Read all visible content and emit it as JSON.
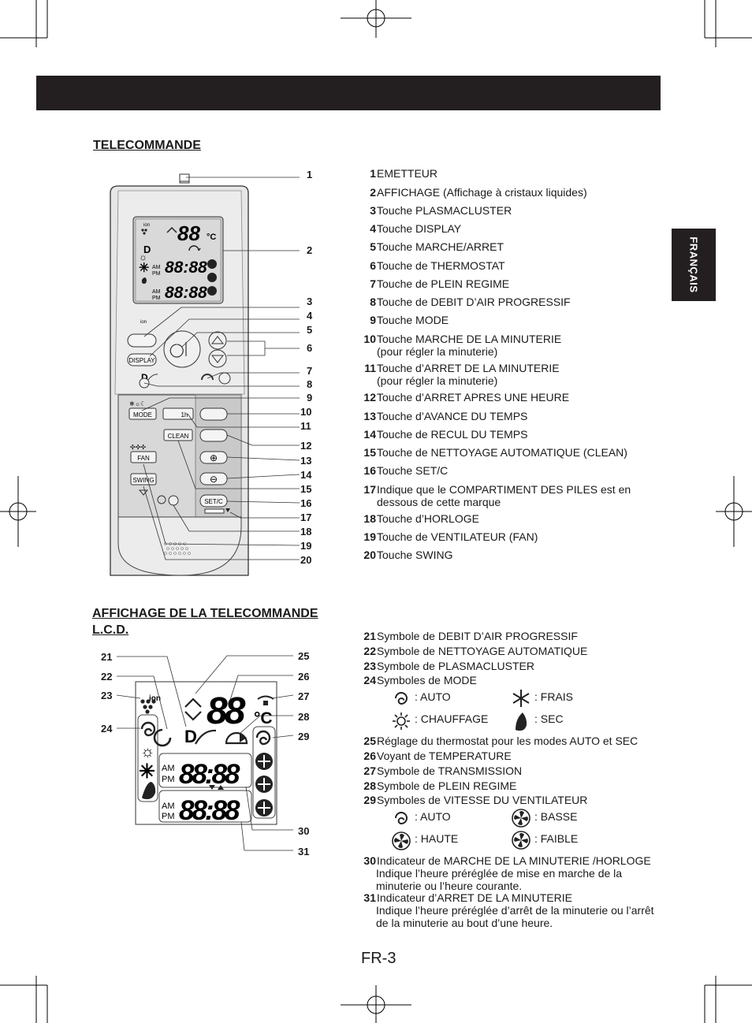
{
  "side_tab": "FRANÇAIS",
  "section1_title": "TELECOMMANDE",
  "section2_title": [
    "AFFICHAGE DE LA TELECOMMANDE",
    "L.C.D."
  ],
  "remote_items": [
    {
      "n": "1",
      "t": "EMETTEUR"
    },
    {
      "n": "2",
      "t": "AFFICHAGE (Affichage à cristaux liquides)"
    },
    {
      "n": "3",
      "t": "Touche PLASMACLUSTER"
    },
    {
      "n": "4",
      "t": "Touche DISPLAY"
    },
    {
      "n": "5",
      "t": "Touche MARCHE/ARRET"
    },
    {
      "n": "6",
      "t": "Touche de THERMOSTAT"
    },
    {
      "n": "7",
      "t": "Touche de PLEIN REGIME"
    },
    {
      "n": "8",
      "t": "Touche de DEBIT D’AIR PROGRESSIF"
    },
    {
      "n": "9",
      "t": "Touche MODE"
    },
    {
      "n": "10",
      "t": "Touche MARCHE DE LA MINUTERIE",
      "s": "(pour régler la minuterie)"
    },
    {
      "n": "11",
      "t": "Touche d’ARRET DE LA MINUTERIE",
      "s": "(pour régler la minuterie)"
    },
    {
      "n": "12",
      "t": "Touche d’ARRET APRES UNE HEURE"
    },
    {
      "n": "13",
      "t": "Touche d’AVANCE DU TEMPS"
    },
    {
      "n": "14",
      "t": "Touche de RECUL DU TEMPS"
    },
    {
      "n": "15",
      "t": "Touche de NETTOYAGE AUTOMATIQUE (CLEAN)"
    },
    {
      "n": "16",
      "t": "Touche SET/C"
    },
    {
      "n": "17",
      "t": "Indique que le COMPARTIMENT DES PILES est en",
      "s": "dessous de cette marque"
    },
    {
      "n": "18",
      "t": "Touche d’HORLOGE"
    },
    {
      "n": "19",
      "t": "Touche de VENTILATEUR (FAN)"
    },
    {
      "n": "20",
      "t": "Touche SWING"
    }
  ],
  "lcd_items_a": [
    {
      "n": "21",
      "t": "Symbole de DEBIT D’AIR PROGRESSIF"
    },
    {
      "n": "22",
      "t": "Symbole de NETTOYAGE AUTOMATIQUE"
    },
    {
      "n": "23",
      "t": "Symbole de PLASMACLUSTER"
    },
    {
      "n": "24",
      "t": "Symboles de MODE"
    }
  ],
  "mode_legend": [
    ": AUTO",
    ": FRAIS",
    ": CHAUFFAGE",
    ": SEC"
  ],
  "lcd_items_b": [
    {
      "n": "25",
      "t": "Réglage du thermostat pour les modes AUTO et SEC"
    },
    {
      "n": "26",
      "t": "Voyant de TEMPERATURE"
    },
    {
      "n": "27",
      "t": "Symbole de TRANSMISSION"
    },
    {
      "n": "28",
      "t": "Symbole de PLEIN REGIME"
    },
    {
      "n": "29",
      "t": "Symboles de VITESSE DU VENTILATEUR"
    }
  ],
  "fan_legend": [
    ": AUTO",
    ": BASSE",
    ": HAUTE",
    ": FAIBLE"
  ],
  "lcd_items_c": [
    {
      "n": "30",
      "t": "Indicateur de MARCHE DE LA MINUTERIE /HORLOGE",
      "s1": "Indique l’heure préréglée de mise en marche de la",
      "s2": "minuterie ou l’heure courante."
    },
    {
      "n": "31",
      "t": "Indicateur d’ARRET DE LA MINUTERIE",
      "s1": "Indique l’heure préréglée d’arrêt de la minuterie ou l’arrêt",
      "s2": "de la minuterie au bout d’une heure."
    }
  ],
  "remote_labels": [
    "1",
    "2",
    "3",
    "4",
    "5",
    "6",
    "7",
    "8",
    "9",
    "10",
    "11",
    "12",
    "13",
    "14",
    "15",
    "16",
    "17",
    "18",
    "19",
    "20"
  ],
  "lcd_labels_left": [
    "21",
    "22",
    "23",
    "24"
  ],
  "lcd_labels_right": [
    "25",
    "26",
    "27",
    "28",
    "29",
    "30",
    "31"
  ],
  "remote_buttons": {
    "display": "DISPLAY",
    "mode": "MODE",
    "clean": "CLEAN",
    "fan": "FAN",
    "swing": "SWING",
    "setc": "SET/C",
    "onehour": "1h"
  },
  "lcd_text": {
    "ion": "ion",
    "temp": "88",
    "celsius": "°C",
    "clock": "88:88",
    "am": "AM",
    "pm": "PM"
  },
  "page_number": "FR-3"
}
